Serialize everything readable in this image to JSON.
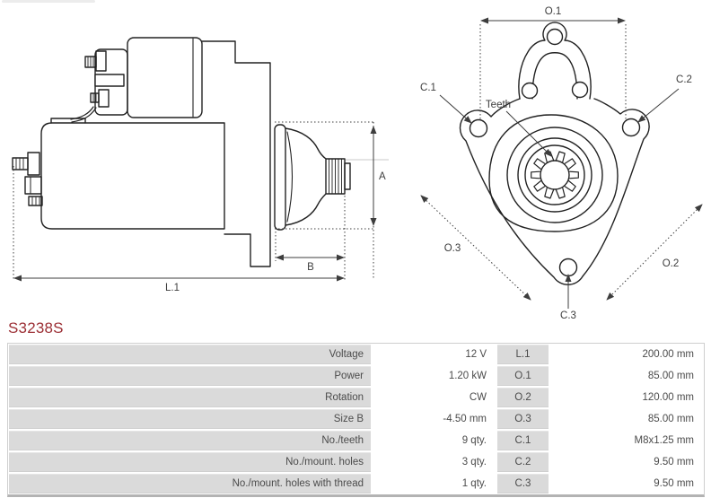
{
  "part_number": "S3238S",
  "colors": {
    "accent": "#9c2f35",
    "drawing_line": "#222222",
    "dimension_line": "#3d3d3d",
    "table_label_bg": "#dadada"
  },
  "side_view": {
    "description": "starter motor side view technical drawing",
    "labels": {
      "a": "A",
      "b": "B",
      "l1": "L.1"
    }
  },
  "front_view": {
    "description": "starter motor mounting face technical drawing",
    "labels": {
      "o1": "O.1",
      "o2": "O.2",
      "o3": "O.3",
      "c1": "C.1",
      "c2": "C.2",
      "c3": "C.3",
      "teeth": "Teeth"
    }
  },
  "spec_table": {
    "rows": [
      {
        "label": "Voltage",
        "value": "12 V",
        "dim": "L.1",
        "dim_value": "200.00 mm"
      },
      {
        "label": "Power",
        "value": "1.20 kW",
        "dim": "O.1",
        "dim_value": "85.00 mm"
      },
      {
        "label": "Rotation",
        "value": "CW",
        "dim": "O.2",
        "dim_value": "120.00 mm"
      },
      {
        "label": "Size B",
        "value": "-4.50 mm",
        "dim": "O.3",
        "dim_value": "85.00 mm"
      },
      {
        "label": "No./teeth",
        "value": "9 qty.",
        "dim": "C.1",
        "dim_value": "M8x1.25 mm"
      },
      {
        "label": "No./mount. holes",
        "value": "3 qty.",
        "dim": "C.2",
        "dim_value": "9.50 mm"
      },
      {
        "label": "No./mount. holes with thread",
        "value": "1 qty.",
        "dim": "C.3",
        "dim_value": "9.50 mm"
      }
    ]
  }
}
